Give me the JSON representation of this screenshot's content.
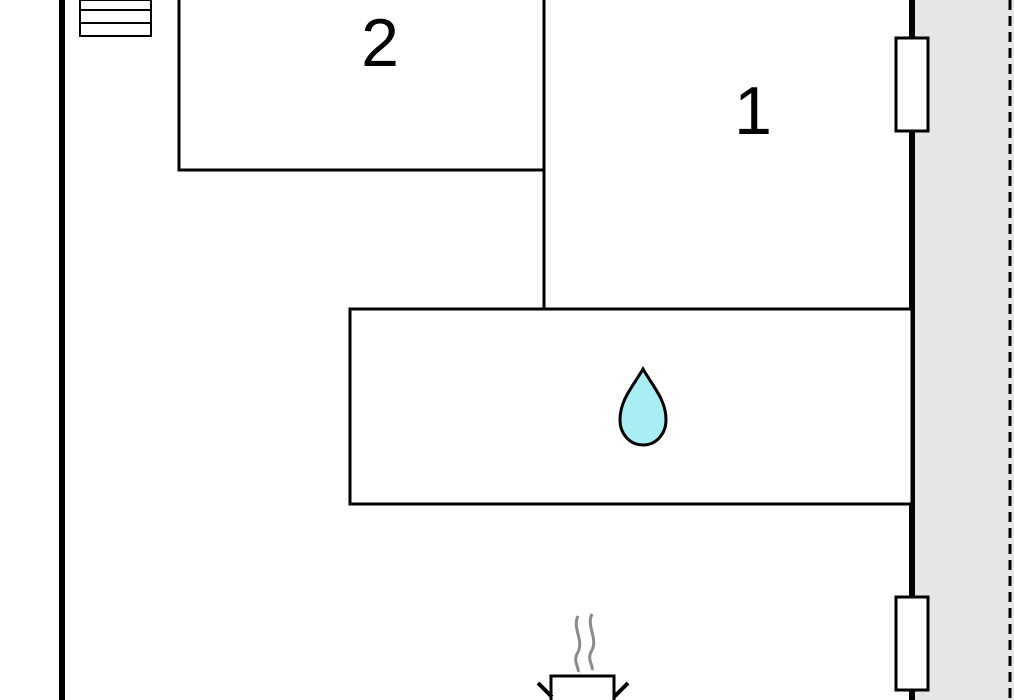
{
  "floorplan": {
    "rooms": [
      {
        "id": "bedroom-2",
        "label": "2"
      },
      {
        "id": "bedroom-1",
        "label": "1"
      }
    ],
    "icons": [
      "bathroom-drop-icon",
      "kitchen-stove-icon",
      "radiator-icon",
      "window-icon"
    ],
    "colors": {
      "wall": "#000000",
      "background": "#ffffff",
      "exterior": "#e6e6e6",
      "water": "#a8eef2",
      "steam": "#8a8a8a"
    }
  }
}
